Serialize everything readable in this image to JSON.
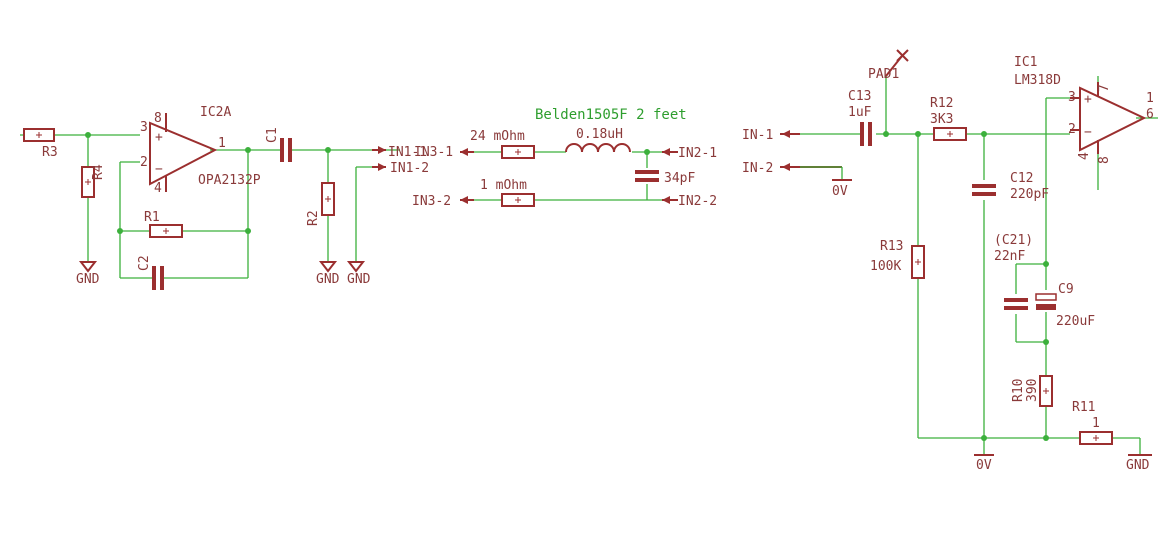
{
  "title": "Belden1505F 2 feet",
  "theme": {
    "wire": "#3cb03c",
    "part": "#9b2f2f",
    "label": "#8a3a3a",
    "title": "#2e9e2e",
    "background": "#ffffff"
  },
  "labels": {
    "r3": "R3",
    "r4": "R4",
    "gnd1": "GND",
    "ic2a": "IC2A",
    "pin3": "3",
    "pin2": "2",
    "pin8": "8",
    "pin4": "4",
    "pin1": "1",
    "plus_in": "+",
    "minus_in": "−",
    "opa": "OPA2132P",
    "c1": "C1",
    "r1": "R1",
    "c2": "C2",
    "r2": "R2",
    "gnd2": "GND",
    "gnd3": "GND",
    "in1_1": "IN1-1",
    "in1_2": "IN1-2",
    "in3_1": "IN3-1",
    "in3_2": "IN3-2",
    "r24": "24 mOhm",
    "r1m": "1 mOhm",
    "l018": "0.18uH",
    "c34": "34pF",
    "in2_1": "IN2-1",
    "in2_2": "IN2-2",
    "in_1b": "IN-1",
    "in_2b": "IN-2",
    "ov1": "0V",
    "pad1": "PAD1",
    "c13": "C13",
    "c13v": "1uF",
    "r12": "R12",
    "r12v": "3K3",
    "ic1": "IC1",
    "lm": "LM318D",
    "p7": "7",
    "p3": "3",
    "p2": "2",
    "p1": "1",
    "p6": "6",
    "p8": "8",
    "p4": "4",
    "c12": "C12",
    "c12v": "220pF",
    "r13": "R13",
    "r13v": "100K",
    "c21": "(C21)",
    "c21v": "22nF",
    "c9": "C9",
    "c9v": "220uF",
    "r10": "R10",
    "r10v": "390",
    "r11": "R11",
    "r11v": "1",
    "ov2": "0V",
    "gnd4": "GND"
  }
}
